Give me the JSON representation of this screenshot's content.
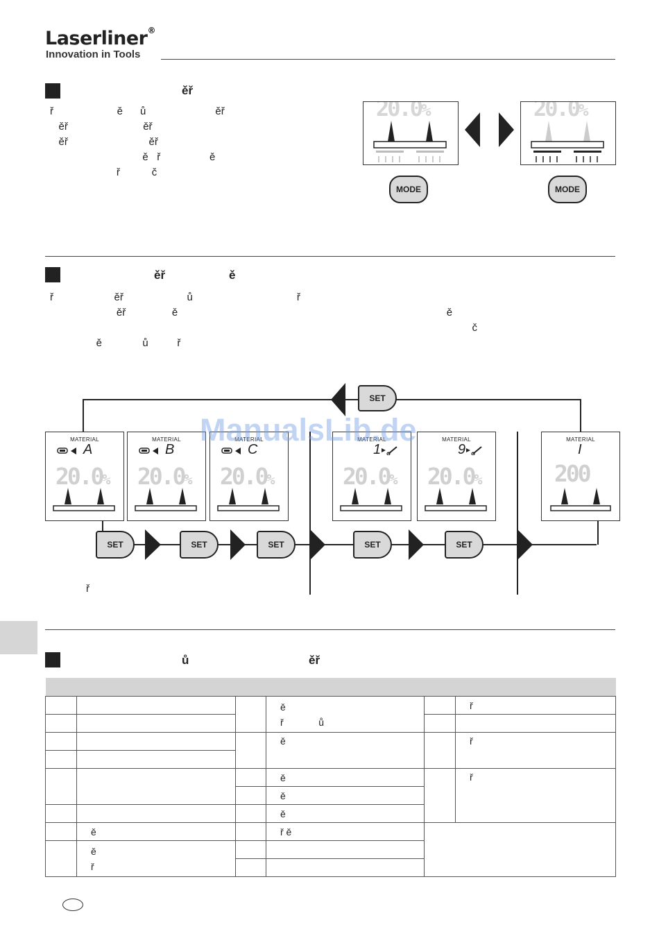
{
  "brand": {
    "name": "Laserliner",
    "registered": "®",
    "tagline": "Innovation in Tools"
  },
  "section1": {
    "heading": "ěř",
    "lines": [
      "ř                      ě      ů                        ěř",
      "   ěř                          ěř",
      "   ěř                            ěř",
      "                                ě   ř                 ě",
      "                       ř           č"
    ],
    "display_left": {
      "reading": "20.0",
      "unit": "%"
    },
    "display_right": {
      "reading": "20.0",
      "unit": "%"
    },
    "mode_button_left": "MODE",
    "mode_button_right": "MODE"
  },
  "section2": {
    "heading_part1": "ěř",
    "heading_part2": "ě",
    "lines": [
      "ř                     ěř                      ů                                    ř",
      "                       ěř                ě                                                                                             ě",
      "                                                                                                                                                  č",
      "                ě              ů          ř"
    ],
    "top_set": "SET",
    "material_label": "MATERIAL",
    "panels": [
      {
        "code": "A",
        "reading": "20.0",
        "unit": "%"
      },
      {
        "code": "B",
        "reading": "20.0",
        "unit": "%"
      },
      {
        "code": "C",
        "reading": "20.0",
        "unit": "%"
      },
      {
        "code": "1",
        "reading": "20.0",
        "unit": "%"
      },
      {
        "code": "9",
        "reading": "20.0",
        "unit": "%"
      },
      {
        "code": "I",
        "reading": "200",
        "unit": ""
      }
    ],
    "set_buttons": [
      "SET",
      "SET",
      "SET",
      "SET",
      "SET"
    ],
    "footnote": "ř"
  },
  "section3": {
    "heading_part1": "ů",
    "heading_part2": "ěř",
    "table": {
      "col1": [
        "",
        "",
        "",
        "",
        "",
        "",
        "ě",
        "ě\nř"
      ],
      "col2": [
        "ě\nř             ů",
        "ě",
        "ě",
        "ě",
        "ě",
        "ř                       ě",
        "",
        ""
      ],
      "col3": [
        "ř",
        "",
        "ř",
        "ř",
        ""
      ]
    }
  },
  "icons": {
    "arrow_left": "triangle-left-icon",
    "arrow_right": "triangle-right-icon",
    "probe": "electrode-icon",
    "pen": "pen-icon"
  }
}
